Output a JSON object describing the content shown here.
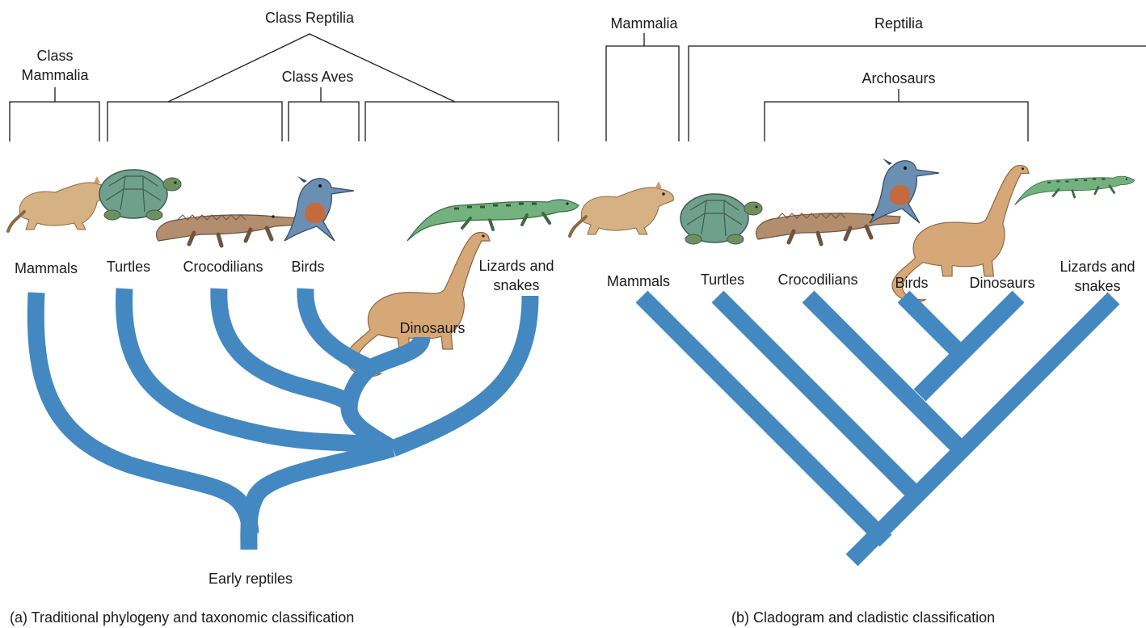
{
  "colors": {
    "branch": "#4488c2",
    "line": "#1a1a1a",
    "background": "#ffffff"
  },
  "panel_a": {
    "class_reptilia": "Class Reptilia",
    "class_mammalia_line1": "Class",
    "class_mammalia_line2": "Mammalia",
    "class_aves": "Class Aves",
    "taxa": {
      "mammals": "Mammals",
      "turtles": "Turtles",
      "crocodilians": "Crocodilians",
      "birds": "Birds",
      "dinosaurs": "Dinosaurs",
      "lizards_line1": "Lizards and",
      "lizards_line2": "snakes"
    },
    "root_label": "Early reptiles",
    "caption": "(a) Traditional phylogeny and taxonomic classification"
  },
  "panel_b": {
    "mammalia": "Mammalia",
    "reptilia": "Reptilia",
    "archosaurs": "Archosaurs",
    "taxa": {
      "mammals": "Mammals",
      "turtles": "Turtles",
      "crocodilians": "Crocodilians",
      "birds": "Birds",
      "dinosaurs": "Dinosaurs",
      "lizards_line1": "Lizards and",
      "lizards_line2": "snakes"
    },
    "caption": "(b) Cladogram and cladistic classification"
  },
  "illustrations": [
    "mammal-illustration",
    "turtle-illustration",
    "crocodile-illustration",
    "bird-illustration",
    "dinosaur-illustration",
    "lizard-illustration"
  ]
}
